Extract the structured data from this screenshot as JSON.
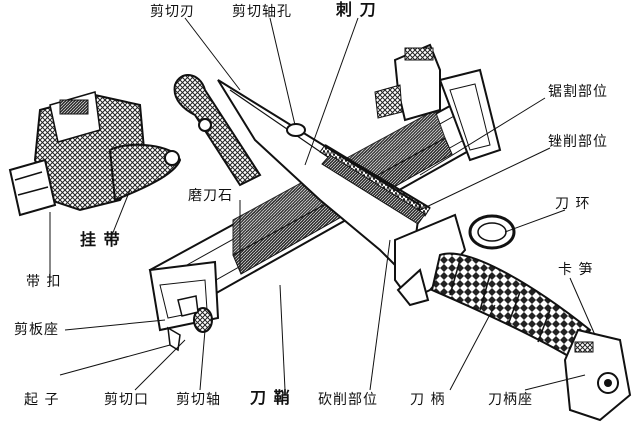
{
  "labels": {
    "shear_blade": "剪切刃",
    "shear_pivot_hole": "剪切轴孔",
    "bayonet": "刺 刀",
    "saw_section": "锯割部位",
    "file_section": "锉削部位",
    "ring": "刀 环",
    "latch": "卡 笋",
    "whetstone": "磨刀石",
    "hanger_strap": "挂 带",
    "belt_buckle": "带 扣",
    "shear_plate_seat": "剪板座",
    "opener": "起 子",
    "shear_notch": "剪切口",
    "shear_pivot": "剪切轴",
    "scabbard": "刀 鞘",
    "chopping_section": "砍削部位",
    "handle": "刀 柄",
    "pommel": "刀柄座"
  },
  "colors": {
    "ink": "#111111",
    "paper": "#ffffff",
    "hatch": "#2a2a2a"
  }
}
